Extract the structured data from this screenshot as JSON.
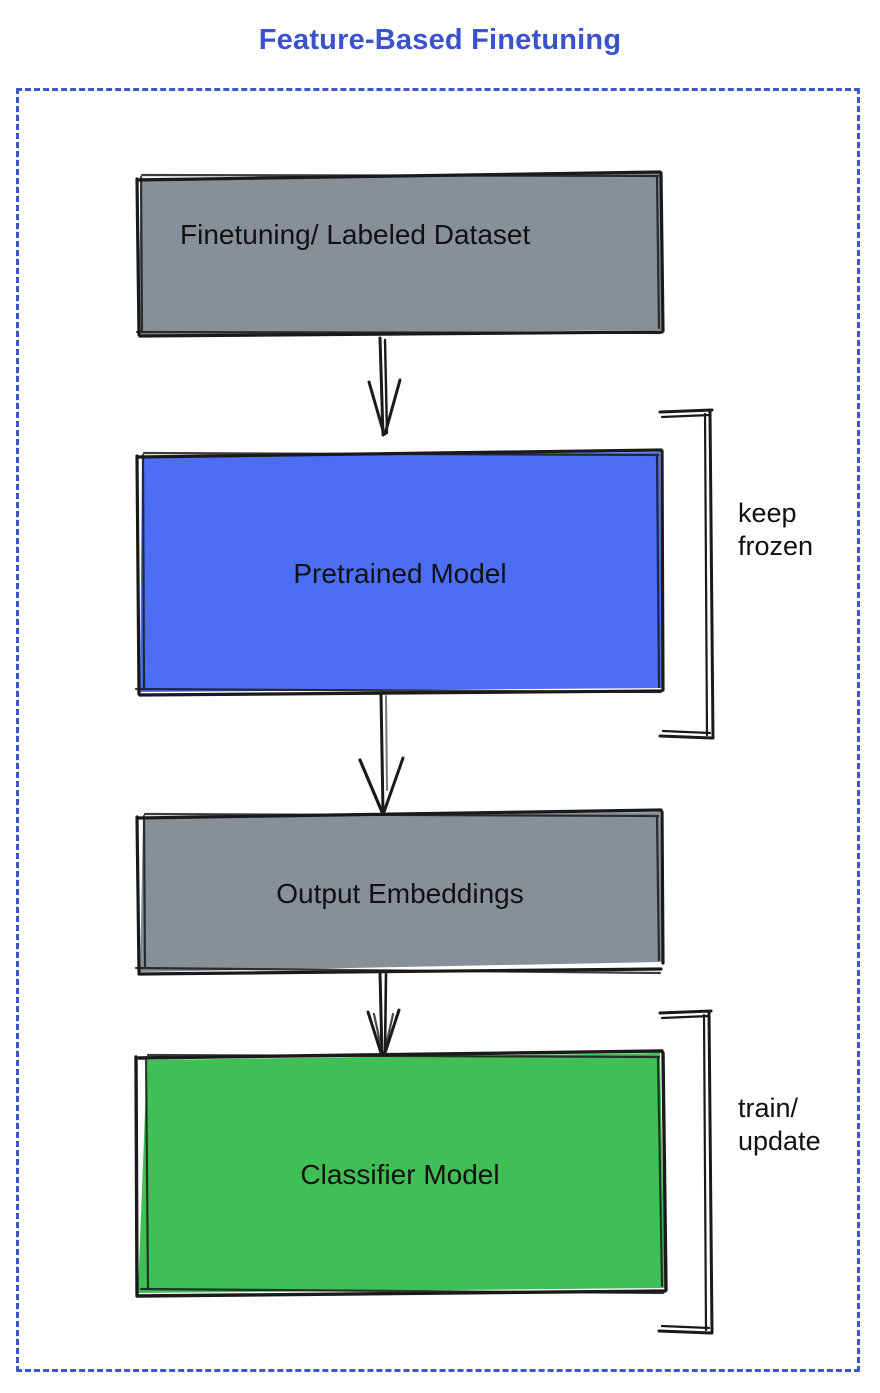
{
  "title": "Feature-Based Finetuning",
  "colors": {
    "title": "#3a53cc",
    "frame_border": "#3f57c8",
    "gray_fill": "#878f99",
    "blue_fill": "#4c6ef5",
    "green_fill": "#41bf57",
    "stroke": "#1a1a1a",
    "text": "#111111",
    "background": "#ffffff"
  },
  "nodes": [
    {
      "id": "dataset",
      "label": "Finetuning/ Labeled Dataset",
      "fill": "gray",
      "align": "left"
    },
    {
      "id": "pretrained",
      "label": "Pretrained Model",
      "fill": "blue",
      "align": "center"
    },
    {
      "id": "embeddings",
      "label": "Output Embeddings",
      "fill": "gray",
      "align": "center"
    },
    {
      "id": "classifier",
      "label": "Classifier Model",
      "fill": "green",
      "align": "center"
    }
  ],
  "edges": [
    {
      "id": "edge-dataset-pretrained",
      "from": "dataset",
      "to": "pretrained",
      "arrow": "down"
    },
    {
      "id": "edge-pretrained-embeddings",
      "from": "pretrained",
      "to": "embeddings",
      "arrow": "down"
    },
    {
      "id": "edge-embeddings-classifier",
      "from": "embeddings",
      "to": "classifier",
      "arrow": "down"
    }
  ],
  "brackets": [
    {
      "id": "bracket-keep-frozen",
      "target": "pretrained",
      "line1": "keep",
      "line2": "frozen"
    },
    {
      "id": "bracket-train-update",
      "target": "classifier",
      "line1": "train/",
      "line2": "update"
    }
  ]
}
